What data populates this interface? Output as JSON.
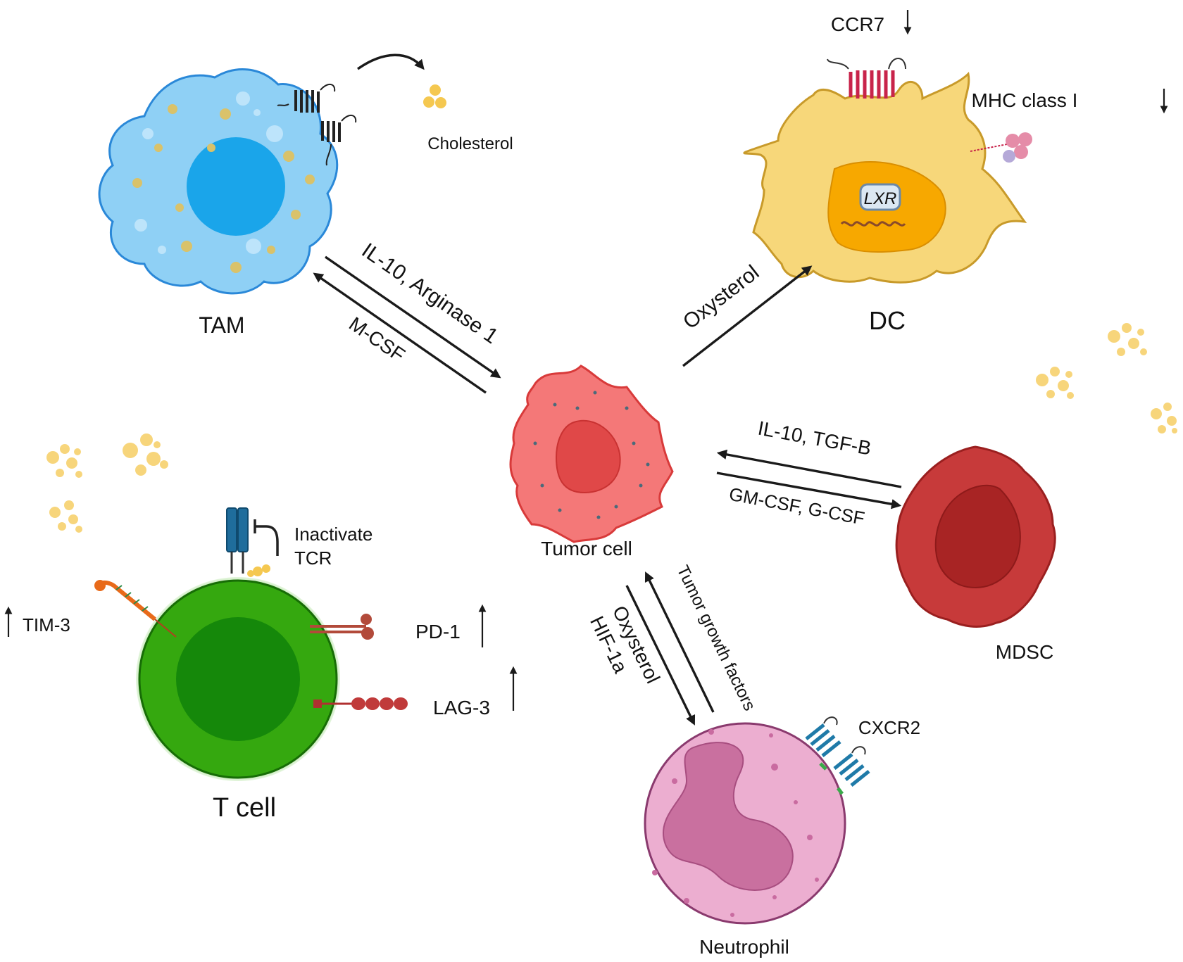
{
  "cells": {
    "tam": "TAM",
    "dc": "DC",
    "tumor": "Tumor cell",
    "mdsc": "MDSC",
    "tcell": "T cell",
    "neutrophil": "Neutrophil"
  },
  "labels": {
    "cholesterol": "Cholesterol",
    "ccr7": "CCR7",
    "mhc": "MHC class I",
    "lxr": "LXR",
    "il10_arg": "IL-10, Arginase 1",
    "mcsf": "M-CSF",
    "oxysterol_dc": "Oxysterol",
    "il10_tgf": "IL-10, TGF-B",
    "gmcsf": "GM-CSF, G-CSF",
    "oxysterol_neu": "Oxysterol",
    "hif": "HIF-1a",
    "tgf_factors": "Tumor growth factors",
    "inactivate": "Inactivate",
    "tcr": "TCR",
    "tim3": "TIM-3",
    "pd1": "PD-1",
    "lag3": "LAG-3",
    "cxcr2": "CXCR2"
  },
  "colors": {
    "tam_body": "#8fd0f5",
    "tam_nucleus": "#1aa5ea",
    "dc_body": "#f7d77a",
    "dc_nucleus": "#f7a800",
    "tumor_body": "#f47878",
    "tumor_nucleus": "#e04848",
    "mdsc_body": "#c73a3a",
    "mdsc_nucleus": "#a82424",
    "tcell_body": "#35a80f",
    "tcell_nucleus": "#15880a",
    "neutrophil_body": "#ecaed0",
    "neutrophil_nucleus": "#c9709f",
    "lipid": "#f5c850",
    "arrow": "#1a1a1a"
  }
}
